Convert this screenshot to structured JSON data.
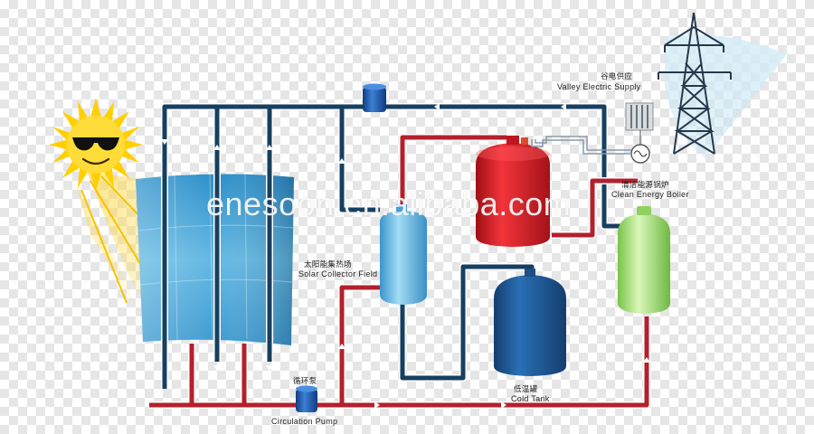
{
  "labels": {
    "valley_supply_cn": "谷电供应",
    "valley_supply_en": "Valley Electric Supply",
    "boiler_cn": "清洁能源锅炉",
    "boiler_en": "Clean Energy Boiler",
    "collector_cn": "太阳能集热场",
    "collector_en": "Solar Collector Field",
    "cold_tank_cn": "低温罐",
    "cold_tank_en": "Cold Tank",
    "pump_cn": "循环泵",
    "pump_en": "Circulation Pump"
  },
  "watermark": "enesoon.en.alibaba.com",
  "colors": {
    "cold_pipe": "#173f5f",
    "hot_pipe": "#b3202c",
    "pipe_outline": "#ffffff",
    "hot_tank": "#e8262c",
    "cold_tank": "#1f5c9e",
    "mid_tank": "#59b3e3",
    "boiler": "#a6e07a",
    "pump": "#1b54a8",
    "collector": "#2f8fc6",
    "sun": "#ffd100"
  },
  "icons": [
    "sun-icon",
    "sunglasses-icon",
    "pylon-icon",
    "ac-supply-icon",
    "electric-heater-icon"
  ]
}
